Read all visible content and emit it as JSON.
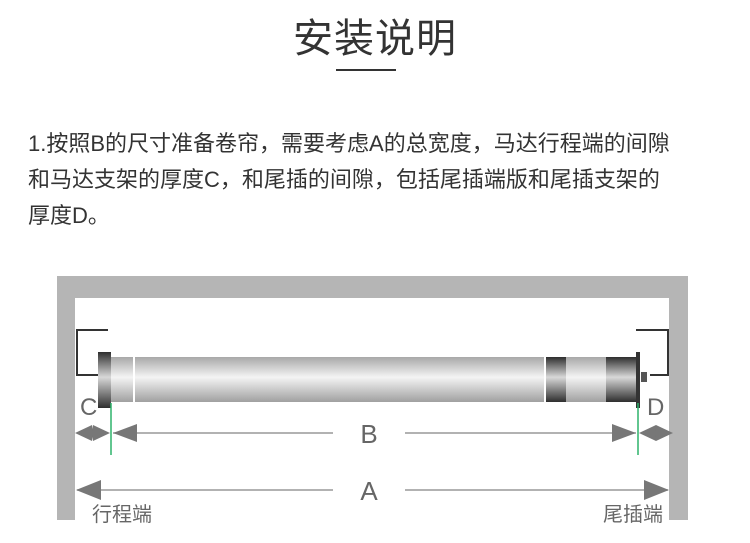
{
  "header": {
    "title": "安装说明"
  },
  "instructions": {
    "lines": [
      "1.按照B的尺寸准备卷帘，需要考虑A的总宽度，马达行程端的间隙",
      "和马达支架的厚度C，和尾插的间隙，包括尾插端版和尾插支架的",
      "厚度D。"
    ]
  },
  "diagram": {
    "label_a": "A",
    "label_b": "B",
    "label_c": "C",
    "label_d": "D",
    "left_end": "行程端",
    "right_end": "尾插端",
    "colors": {
      "frame": "#b5b5b5",
      "arrow": "#777777",
      "marker": "#2db36b",
      "bracket": "#333333"
    }
  }
}
